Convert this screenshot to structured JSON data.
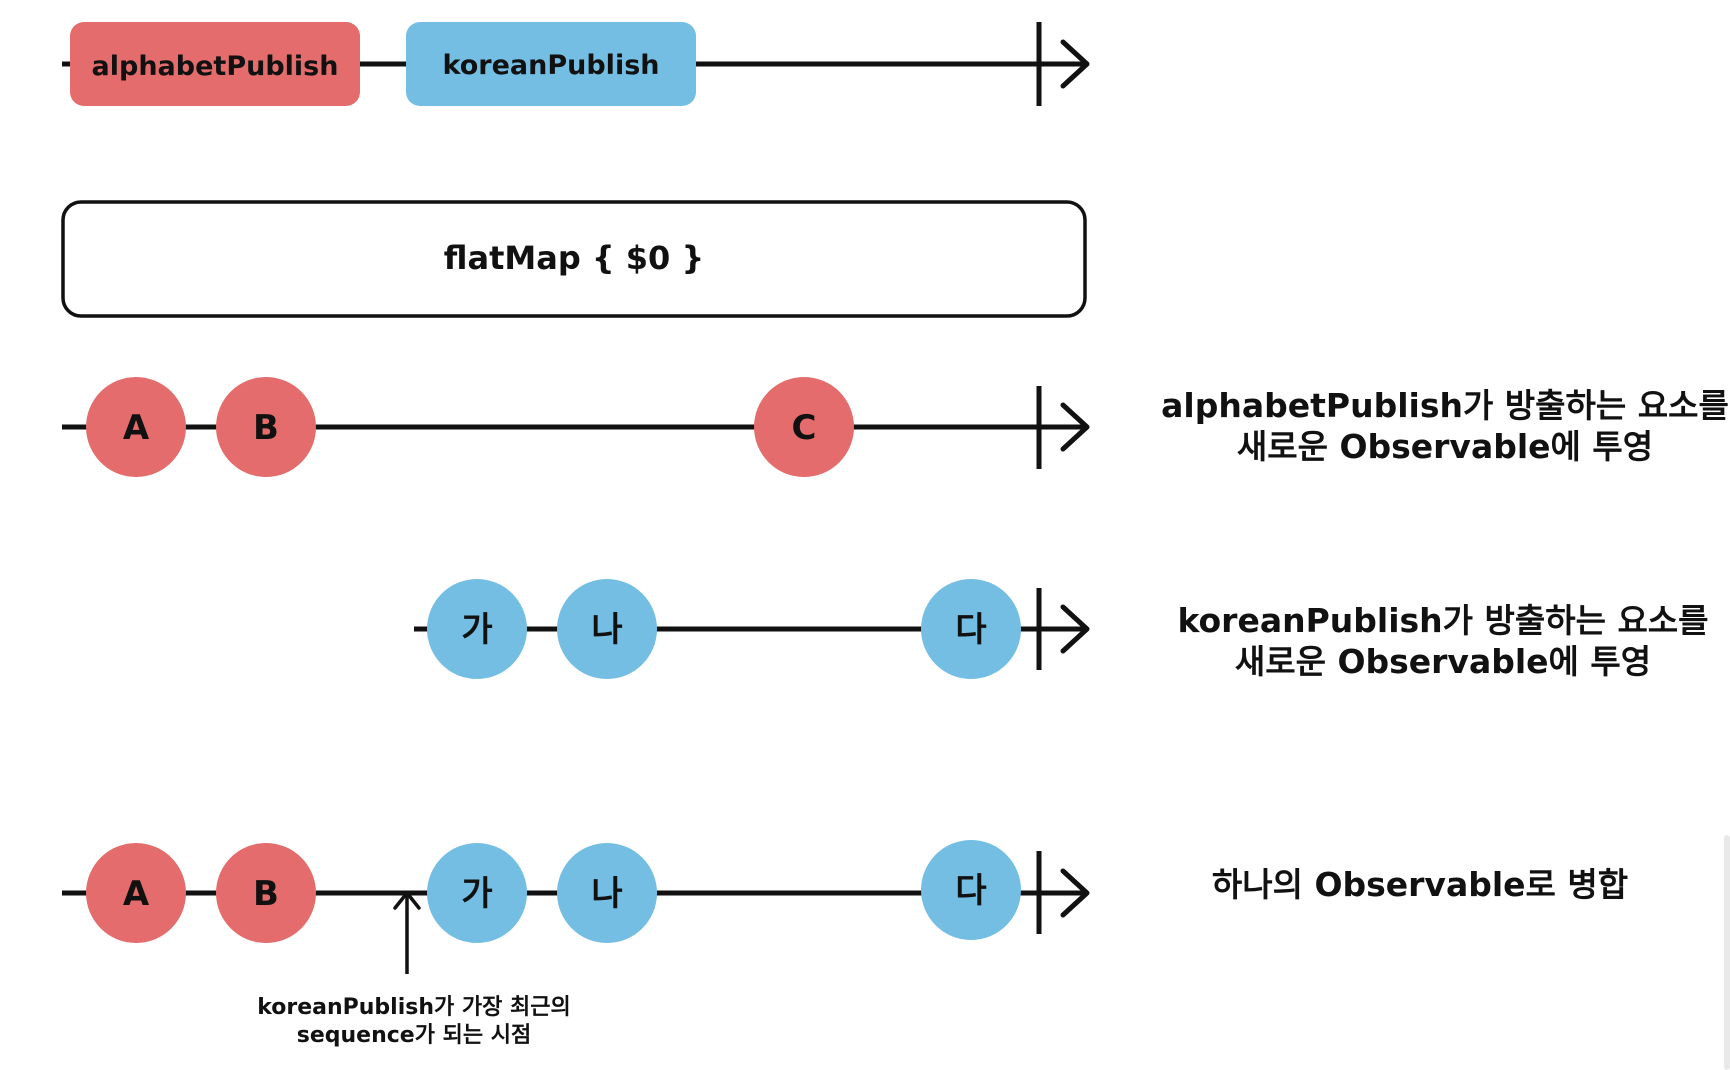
{
  "colors": {
    "alphabet": "#E46C6C",
    "korean": "#74BEE4",
    "line": "#111111",
    "background": "#FFFFFF"
  },
  "streams": {
    "alphabet_label": "alphabetPublish",
    "korean_label": "koreanPublish"
  },
  "operator": {
    "label": "flatMap { $0 }"
  },
  "alphabet_row": {
    "marbles": [
      "A",
      "B",
      "C"
    ],
    "caption_line1": "alphabetPublish가 방출하는 요소를",
    "caption_line2": "새로운 Observable에 투영"
  },
  "korean_row": {
    "marbles": [
      "가",
      "나",
      "다"
    ],
    "caption_line1": "koreanPublish가 방출하는 요소를",
    "caption_line2": "새로운 Observable에 투영"
  },
  "merged_row": {
    "marbles": [
      "A",
      "B",
      "가",
      "나",
      "다"
    ],
    "caption": "하나의 Observable로 병합",
    "annotation_line1": "koreanPublish가 가장 최근의",
    "annotation_line2": "sequence가 되는 시점"
  }
}
